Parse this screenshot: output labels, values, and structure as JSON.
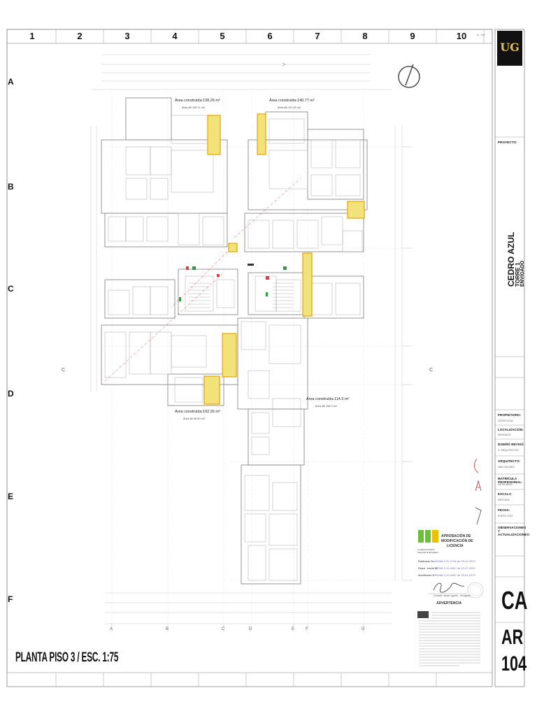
{
  "sheet": {
    "column_numbers": [
      "1",
      "2",
      "3",
      "4",
      "5",
      "6",
      "7",
      "8",
      "9",
      "10"
    ],
    "row_letters": [
      "A",
      "B",
      "C",
      "D",
      "E",
      "F"
    ],
    "corner_mark": "4 - 4.4"
  },
  "plan": {
    "title": "PLANTA PISO 3 / ESC. 1:75",
    "areas": [
      {
        "title": "Área construida:138.26 m²",
        "sub": "Área útil 100.71 m2"
      },
      {
        "title": "Área construida:140.77 m²",
        "sub": "Área útil 101.06 m2"
      },
      {
        "title": "Área construida:102.26 m²",
        "sub": "Área útil 96.40 m2"
      },
      {
        "title": "Área construida:114.5 m²",
        "sub": "Área útil 106.0 m2"
      }
    ],
    "axis_letters_bottom": [
      "A",
      "B",
      "C",
      "D",
      "E",
      "F",
      "G"
    ],
    "side_c_label": "C"
  },
  "title_block": {
    "logo_text": "UG",
    "proyecto_label": "PROYECTO:",
    "project_name": "CEDRO AZUL",
    "project_sub": "TORRE 1",
    "project_location": "ENVIGADO",
    "fields": [
      {
        "label": "PROPIETARIO:",
        "value": "CEDRO AZUL"
      },
      {
        "label": "LOCALIZACIÓN:",
        "value": "ENVIGADO"
      },
      {
        "label": "DISEÑÓ  REVISÓ",
        "value": "G. ARQUITECTOS"
      },
      {
        "label": "ARQUITECTO:",
        "value": "UNA GALINDO"
      },
      {
        "label": "MATRÍCULA PROFESIONAL:",
        "value": "05700-38424"
      },
      {
        "label": "ESCALA:",
        "value": "INDICADA"
      },
      {
        "label": "FECHA:",
        "value": "ENERO 2023"
      },
      {
        "label": "OBSERVACIONES Y ACTUALIZACIONES:",
        "value": ""
      }
    ],
    "sheet_code_1": "CA",
    "sheet_code_2": "AR",
    "sheet_code_3": "104"
  },
  "cne_stamp": {
    "heading_1": "APROBACIÓN DE",
    "heading_2": "MODIFICACIÓN DE",
    "heading_3": "LICENCIA",
    "org": "Curaduría Urbana Segunda de Envigado",
    "radicado_label": "Radicado No:",
    "radicado_value": "05266-2-22-0706 de 03-12-2022",
    "resol_label": "Resol. Inicial N°",
    "resol_value": "05266-2-22-0487 de 12-07-2022",
    "modif_label": "Modificado N°",
    "modif_value": "05266-2-22-0287 de 23-01-2023",
    "signer": "Curador: alvaro agurre - envigado",
    "advertencia": "ADVERTENCIA"
  },
  "colors": {
    "line": "#9a9a9a",
    "dim_line": "#b8b8b8",
    "highlight": "#f2e27a",
    "highlight_edge": "#e8a200",
    "red_dashed": "#d44040",
    "green_sign": "#2e9e3a",
    "cne_green": "#6bbf3a",
    "cne_yellow": "#e8c400"
  }
}
